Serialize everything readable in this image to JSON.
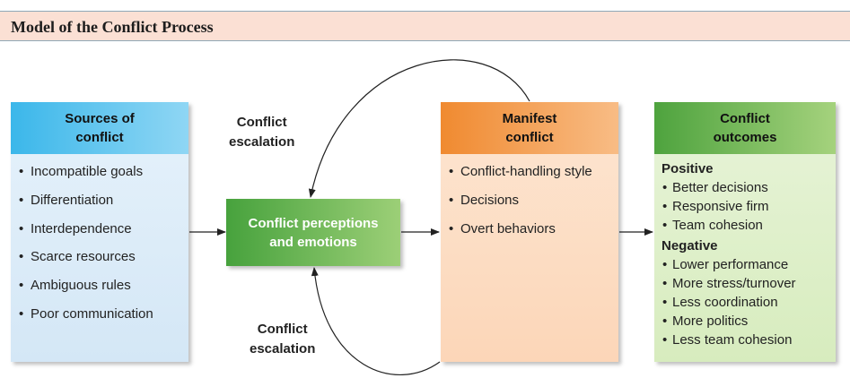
{
  "title": "Model of the Conflict Process",
  "sources": {
    "heading": [
      "Sources of",
      "conflict"
    ],
    "items": [
      "Incompatible goals",
      "Differentiation",
      "Interdependence",
      "Scarce resources",
      "Ambiguous rules",
      "Poor communication"
    ]
  },
  "perceptions": {
    "heading": [
      "Conflict perceptions",
      "and emotions"
    ]
  },
  "manifest": {
    "heading": [
      "Manifest",
      "conflict"
    ],
    "items": [
      "Conflict-handling style",
      "Decisions",
      "Overt behaviors"
    ]
  },
  "outcomes": {
    "heading": [
      "Conflict",
      "outcomes"
    ],
    "positive": {
      "label": "Positive",
      "items": [
        "Better decisions",
        "Responsive firm",
        "Team cohesion"
      ]
    },
    "negative": {
      "label": "Negative",
      "items": [
        "Lower performance",
        "More stress/turnover",
        "Less coordination",
        "More politics",
        "Less team cohesion"
      ]
    }
  },
  "escalation_top": [
    "Conflict",
    "escalation"
  ],
  "escalation_bottom": [
    "Conflict",
    "escalation"
  ],
  "colors": {
    "title_band": "#fbe0d4",
    "sources_header": "#3bb7ea",
    "manifest_header": "#f08a30",
    "green": "#47a23d"
  }
}
